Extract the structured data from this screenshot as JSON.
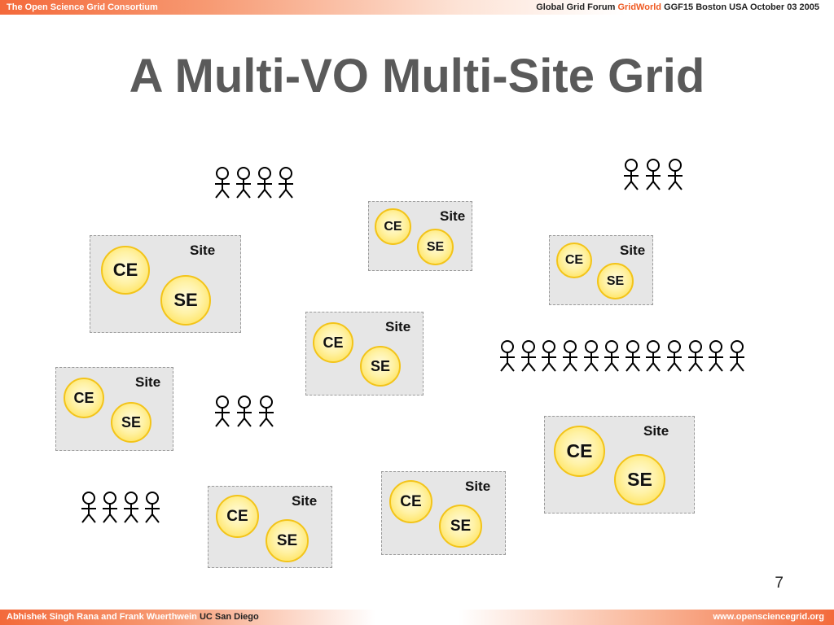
{
  "header": {
    "left": "The Open Science Grid Consortium",
    "right_prefix": "Global Grid Forum ",
    "right_accent": "GridWorld",
    "right_suffix": " GGF15 Boston USA October 03 2005"
  },
  "title": "A Multi-VO Multi-Site Grid",
  "site_label": "Site",
  "ce_label": "CE",
  "se_label": "SE",
  "sites_count": 8,
  "user_groups_sizes": [
    4,
    3,
    12,
    3,
    4
  ],
  "page_number": "7",
  "footer": {
    "authors": "Abhishek Singh Rana and Frank Wuerthwein",
    "org": " UC San Diego",
    "url": "www.opensciencegrid.org"
  },
  "colors": {
    "node_fill": "#ffe566",
    "node_border": "#f3c419",
    "site_fill": "#e6e6e6",
    "title": "#5a5a5a",
    "accent": "#ef5a22"
  }
}
